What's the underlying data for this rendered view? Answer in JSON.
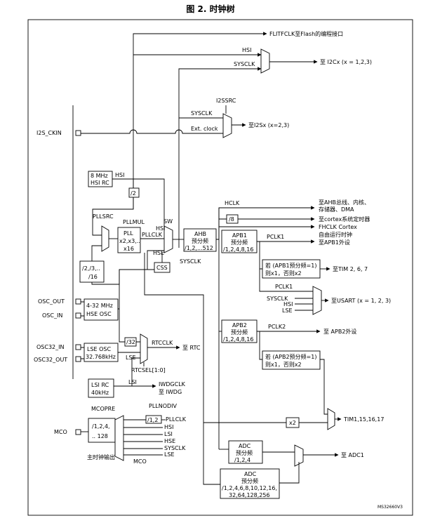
{
  "title": "图 2. 时钟树",
  "footer_code": "MS32660V3",
  "colors": {
    "line": "#000000",
    "background": "#ffffff"
  },
  "labels": {
    "flitfclk": "FLITFCLK至Flash的编程接口",
    "hsi_top": "HSI",
    "sysclk_top": "SYSCLK",
    "i2c": "至 I2Cx (x = 1,2,3)",
    "i2ssrc": "I2SSRC",
    "sysclk_i2s": "SYSCLK",
    "extclock": "Ext. clock",
    "i2s": "至I2Sx (x=2,3)",
    "i2s_ckin": "I2S_CKIN",
    "hsirc_1": "8 MHz",
    "hsirc_2": "HSI RC",
    "hsi_rc": "HSI",
    "div2": "/2",
    "pllsrc": "PLLSRC",
    "pllmul": "PLLMUL",
    "pll_1": "PLL",
    "pll_2": "x2,x3,..",
    "pll_3": "x16",
    "sw": "SW",
    "hsi_sw": "HSI",
    "pllclk": "PLLCLK",
    "hse_sw": "HSE",
    "css": "CSS",
    "prediv_1": "/2,/3,..",
    "prediv_2": "/16",
    "ahb_1": "AHB",
    "ahb_2": "预分频",
    "ahb_3": "/1,2,...512",
    "sysclk_main": "SYSCLK",
    "hclk": "HCLK",
    "ahb_out_1": "至AHB总线、内核、",
    "ahb_out_2": "存储器、DMA",
    "div8": "/8",
    "cortex_timer": "至cortex系统定时器",
    "fhclk": "FHCLK Cortex",
    "fhclk_2": "自由运行时钟",
    "apb1_1": "APB1",
    "apb1_2": "预分频",
    "apb1_3": "/1,2,4,8,16",
    "pclk1": "PCLK1",
    "apb1_periph": "至APB1外设",
    "tim_note1_1": "若 (APB1预分频=1)",
    "tim_note1_2": "则x1，否则x2",
    "tim2": "至TIM 2, 6, 7",
    "pclk1_b": "PCLK1",
    "usart_sysclk": "SYSCLK",
    "usart_hsi": "HSI",
    "usart_lse": "LSE",
    "usart": "至USART (x = 1, 2, 3)",
    "osc_out": "OSC_OUT",
    "osc_in": "OSC_IN",
    "hse_osc_1": "4-32 MHz",
    "hse_osc_2": "HSE OSC",
    "apb2_1": "APB2",
    "apb2_2": "预分频",
    "apb2_3": "/1,2,4,8,16",
    "pclk2": "PCLK2",
    "apb2_periph": "至 APB2外设",
    "osc32_in": "OSC32_IN",
    "osc32_out": "OSC32_OUT",
    "lse_osc_1": "LSE OSC",
    "lse_osc_2": "32.768kHz",
    "div32": "/32",
    "rtcclk": "RTCCLK",
    "rtc": "至 RTC",
    "lse_rtc": "LSE",
    "rtcsel": "RTCSEL[1:0]",
    "tim_note2_1": "若 (APB2预分频=1)",
    "tim_note2_2": "则x1，否则x2",
    "lsi_rc_1": "LSI RC",
    "lsi_rc_2": "40kHz",
    "lsi": "LSI",
    "iwdgclk": "IWDGCLK",
    "iwdg": "至 IWDG",
    "mcopre": "MCOPRE",
    "pllnodiv": "PLLNODIV",
    "mcopre_div_1": "/1,2,4,",
    "mcopre_div_2": ".. 128",
    "mco_pin": "MCO",
    "mco_pllclk": "PLLCLK",
    "mco_div12": "/1,2",
    "mco_hsi": "HSI",
    "mco_lsi": "LSI",
    "mco_hse": "HSE",
    "mco_sysclk": "SYSCLK",
    "mco_lse": "LSE",
    "mco_caption": "主时钟输出",
    "mco_mux": "MCO",
    "x2": "x2",
    "tim1": "TIM1,15,16,17",
    "adc_1": "ADC",
    "adc_2": "预分频",
    "adc_3": "/1,2,4",
    "adc_out": "至 ADC1",
    "adc2_1": "ADC",
    "adc2_2": "预分频",
    "adc2_3": "/1,2,4,6,8,10,12,16,",
    "adc2_4": "32,64,128,256"
  }
}
